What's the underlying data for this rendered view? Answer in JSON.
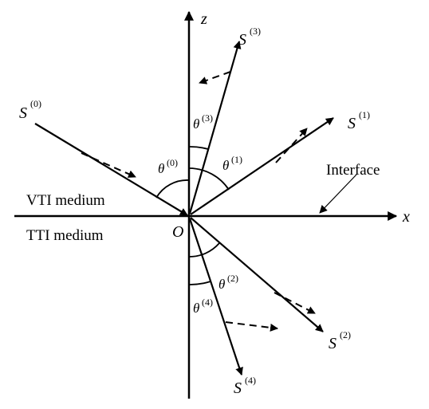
{
  "axes": {
    "z": "z",
    "x": "x",
    "origin": "O"
  },
  "media": {
    "upper": "VTI medium",
    "lower": "TTI medium"
  },
  "interface_label": "Interface",
  "rays": {
    "s0": {
      "base": "S",
      "sup": "(0)"
    },
    "s1": {
      "base": "S",
      "sup": "(1)"
    },
    "s2": {
      "base": "S",
      "sup": "(2)"
    },
    "s3": {
      "base": "S",
      "sup": "(3)"
    },
    "s4": {
      "base": "S",
      "sup": "(4)"
    }
  },
  "angles": {
    "t0": {
      "base": "θ",
      "sup": "(0)"
    },
    "t1": {
      "base": "θ",
      "sup": "(1)"
    },
    "t2": {
      "base": "θ",
      "sup": "(2)"
    },
    "t3": {
      "base": "θ",
      "sup": "(3)"
    },
    "t4": {
      "base": "θ",
      "sup": "(4)"
    }
  }
}
